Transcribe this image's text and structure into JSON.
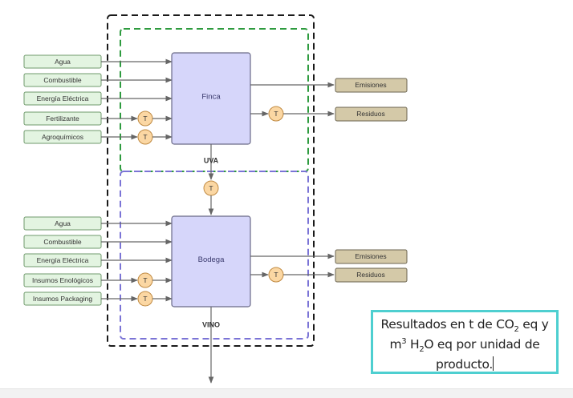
{
  "diagram": {
    "outer_boundary": {
      "style": "dashed",
      "color": "#1a1a1a"
    },
    "stage1": {
      "boundary_color": "#2e9b3f",
      "process_label": "Finca",
      "output_label": "UVA",
      "inputs": [
        {
          "label": "Agua",
          "transport": false
        },
        {
          "label": "Combustible",
          "transport": false
        },
        {
          "label": "Energía Eléctrica",
          "transport": false
        },
        {
          "label": "Fertilizante",
          "transport": true
        },
        {
          "label": "Agroquímicos",
          "transport": true
        }
      ],
      "outputs": [
        {
          "label": "Emisiones",
          "transport": false
        },
        {
          "label": "Residuos",
          "transport": true
        }
      ]
    },
    "stage2": {
      "boundary_color": "#7b74d6",
      "process_label": "Bodega",
      "output_label": "VINO",
      "inputs": [
        {
          "label": "Agua",
          "transport": false
        },
        {
          "label": "Combustible",
          "transport": false
        },
        {
          "label": "Energía Eléctrica",
          "transport": false
        },
        {
          "label": "Insumos Enológicos",
          "transport": true
        },
        {
          "label": "Insumos Packaging",
          "transport": true
        }
      ],
      "outputs": [
        {
          "label": "Emisiones",
          "transport": false
        },
        {
          "label": "Residuos",
          "transport": true
        }
      ]
    },
    "transport_symbol": "T",
    "colors": {
      "input_fill": "#e3f4e1",
      "input_stroke": "#6f9a6c",
      "process_fill": "#d6d6fa",
      "process_stroke": "#6a6a88",
      "output_fill": "#d4c9a8",
      "output_stroke": "#6b6450",
      "transport_fill": "#fbd7a3",
      "transport_stroke": "#c08a42",
      "arrow": "#666666"
    }
  },
  "note": {
    "line1_prefix": "Resultados en t de CO",
    "line1_sub": "2",
    "line1_suffix": " eq y",
    "line2_m": "m",
    "line2_sup": "3",
    "line2_h": " H",
    "line2_sub": "2",
    "line2_suffix": "O eq por unidad de",
    "line3": "producto."
  }
}
